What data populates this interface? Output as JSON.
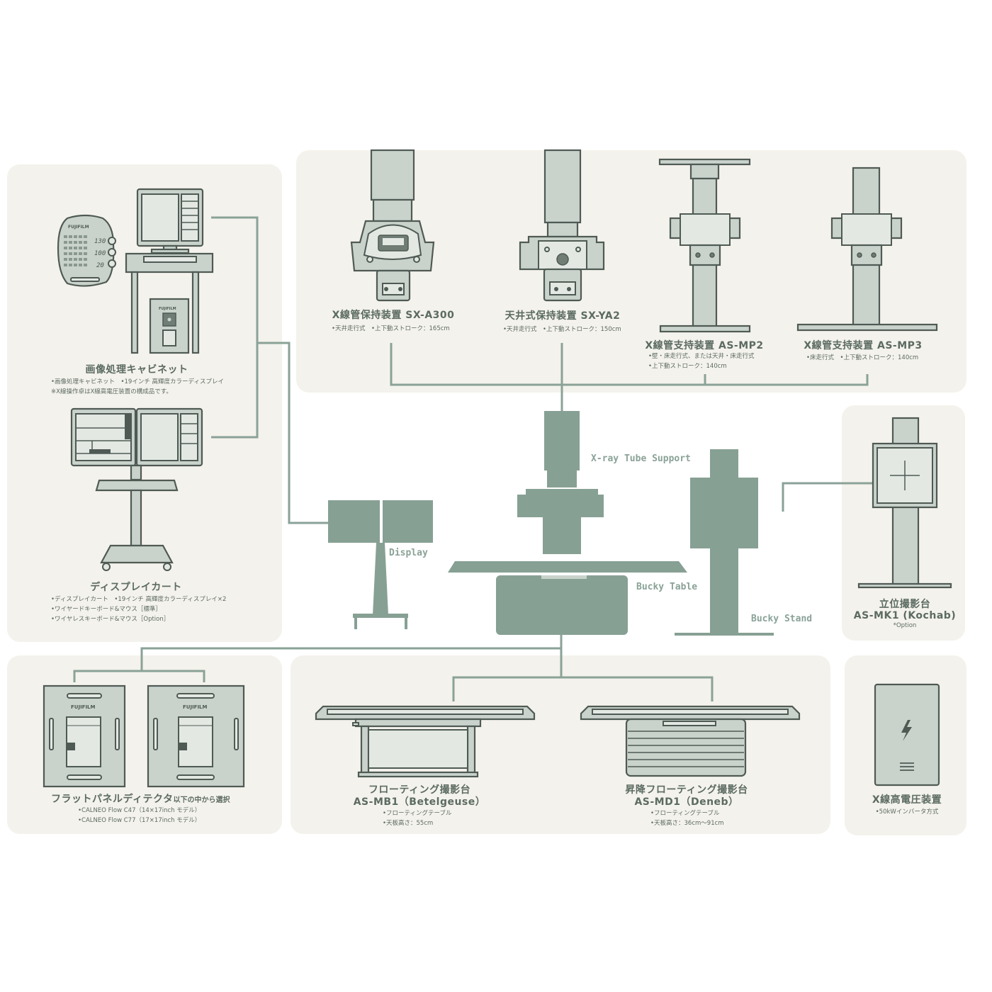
{
  "left_panel": {
    "cabinet": {
      "title": "画像処理キャビネット",
      "specs": [
        "•画像処理キャビネット　•19インチ 高輝度カラーディスプレイ",
        "※X線操作卓はX線高電圧装置の構成品です。"
      ],
      "brand": "FUJIFILM",
      "console_readouts": [
        "130",
        "100",
        "20"
      ]
    },
    "display_cart": {
      "title": "ディスプレイカート",
      "specs": [
        "•ディスプレイカート　•19インチ 高輝度カラーディスプレイ×2",
        "•ワイヤードキーボード&マウス［標準］",
        "•ワイヤレスキーボード&マウス［Option］"
      ]
    }
  },
  "top_panel": {
    "items": [
      {
        "title": "X線管保持装置 SX-A300",
        "specs": [
          "•天井走行式　•上下動ストローク：165cm"
        ]
      },
      {
        "title": "天井式保持装置 SX-YA2",
        "specs": [
          "•天井走行式　•上下動ストローク：150cm"
        ]
      },
      {
        "title": "X線管支持装置 AS-MP2",
        "specs": [
          "•壁・床走行式、または天井・床走行式",
          "•上下動ストローク：140cm"
        ]
      },
      {
        "title": "X線管支持装置 AS-MP3",
        "specs": [
          "•床走行式　•上下動ストローク：140cm"
        ]
      }
    ]
  },
  "center": {
    "labels": {
      "tube_support": "X-ray Tube Support",
      "display": "Display",
      "bucky_table": "Bucky Table",
      "bucky_stand": "Bucky Stand"
    }
  },
  "right_panel": {
    "stand": {
      "title": "立位撮影台",
      "model": "AS-MK1 (Kochab)",
      "note": "*Option"
    }
  },
  "bottom_panels": {
    "detector": {
      "title_main": "フラットパネルディテクタ",
      "title_suffix": "以下の中から選択",
      "specs": [
        "•CALNEO Flow C47（14×17inch モデル）",
        "•CALNEO Flow C77（17×17inch モデル）"
      ],
      "brand": "FUJIFILM"
    },
    "table_mb1": {
      "title": "フローティング撮影台",
      "model": "AS-MB1（Betelgeuse）",
      "specs": [
        "•フローティングテーブル",
        "•天板高さ：55cm"
      ]
    },
    "table_md1": {
      "title": "昇降フローティング撮影台",
      "model": "AS-MD1（Deneb）",
      "specs": [
        "•フローティングテーブル",
        "•天板高さ：36cm～91cm"
      ]
    },
    "generator": {
      "title": "X線高電圧装置",
      "specs": [
        "•50kWインバータ方式"
      ]
    }
  },
  "colors": {
    "panel_bg": "#f4f2ec",
    "equipment_fill": "#c9d3cc",
    "equipment_stroke": "#4f5a54",
    "center_fill": "#87a094",
    "connector": "#8aa297",
    "text": "#5b6b62"
  }
}
